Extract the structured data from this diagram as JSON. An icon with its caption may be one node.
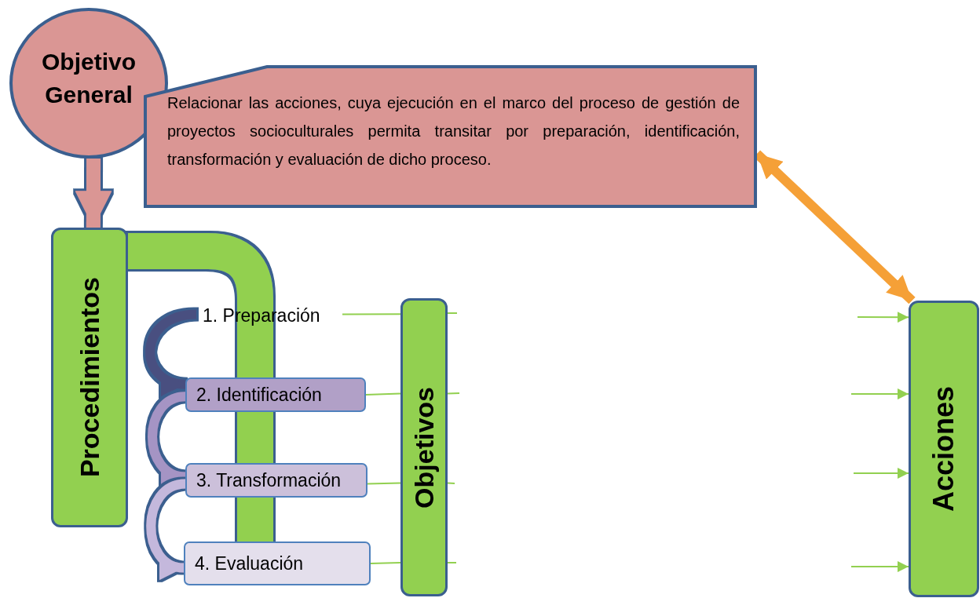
{
  "diagram": {
    "nodes": [
      {
        "text": [
          "Objetivo General"
        ]
      },
      {
        "text": [
          "Relacionar las acciones, cuya ejecución en el marco del proceso de gestión de  proyectos socioculturales permita transitar por preparación, identificación, transformación y evaluación de dicho proceso."
        ]
      },
      {
        "text": [
          "Procedimientos"
        ]
      },
      {
        "text": [
          "1. Preparación"
        ]
      },
      {
        "text": [
          "2. Identificación"
        ]
      },
      {
        "text": [
          "3. Transformación"
        ]
      },
      {
        "text": [
          "4. Evaluación"
        ]
      },
      {
        "text": [
          "Objetivos"
        ]
      },
      {
        "text": [
          "Acciones"
        ]
      }
    ],
    "edges": [
      {
        "from": 0,
        "to": 2,
        "arrow": "to",
        "style": "thick",
        "color": "#da9694"
      },
      {
        "from": 1,
        "to": 8,
        "arrow": "both",
        "style": "thick",
        "color": "#f5a037"
      },
      {
        "from": 3,
        "to": 4,
        "arrow": "to",
        "style": "thick",
        "color": "#4a4f80"
      },
      {
        "from": 4,
        "to": 5,
        "arrow": "to",
        "style": "thick",
        "color": "#a594c4"
      },
      {
        "from": 5,
        "to": 6,
        "arrow": "to",
        "style": "thick",
        "color": "#c4b8dc"
      },
      {
        "from": 3,
        "to": 7,
        "arrow": "none"
      },
      {
        "from": 4,
        "to": 7,
        "arrow": "none"
      },
      {
        "from": 5,
        "to": 7,
        "arrow": "none"
      },
      {
        "from": 6,
        "to": 7,
        "arrow": "none"
      },
      {
        "from": 7,
        "to": null,
        "arrow": "none"
      },
      {
        "from": 7,
        "to": null,
        "arrow": "none"
      },
      {
        "from": 7,
        "to": null,
        "arrow": "none"
      },
      {
        "from": 7,
        "to": null,
        "arrow": "none"
      },
      {
        "from": null,
        "to": 8,
        "arrow": "to"
      },
      {
        "from": null,
        "to": 8,
        "arrow": "to"
      },
      {
        "from": null,
        "to": 8,
        "arrow": "to"
      },
      {
        "from": null,
        "to": 8,
        "arrow": "to"
      }
    ]
  }
}
